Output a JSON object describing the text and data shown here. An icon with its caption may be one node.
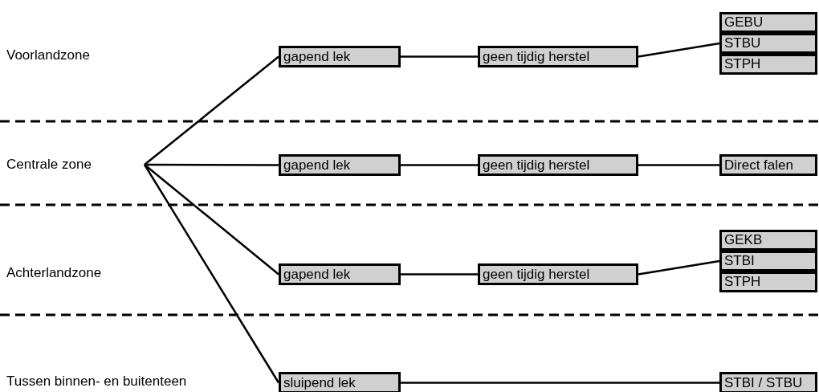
{
  "diagram": {
    "nodes": [
      {
        "text": [
          "Centrale zone"
        ]
      },
      {
        "text": [
          "gapend lek"
        ]
      },
      {
        "text": [
          "geen tijdig herstel"
        ]
      },
      {
        "text": [
          "GEBU"
        ]
      },
      {
        "text": [
          "STBU"
        ]
      },
      {
        "text": [
          "STPH"
        ]
      },
      {
        "text": [
          "gapend lek"
        ]
      },
      {
        "text": [
          "geen tijdig herstel"
        ]
      },
      {
        "text": [
          "Direct falen"
        ]
      },
      {
        "text": [
          "gapend lek"
        ]
      },
      {
        "text": [
          "geen tijdig herstel"
        ]
      },
      {
        "text": [
          "GEKB"
        ]
      },
      {
        "text": [
          "STBI"
        ]
      },
      {
        "text": [
          "STPH"
        ]
      },
      {
        "text": [
          "sluipend lek"
        ]
      },
      {
        "text": [
          "STBI / STBU"
        ]
      }
    ],
    "edges": [
      {
        "from": 0,
        "to": 1,
        "arrow": "none"
      },
      {
        "from": 0,
        "to": 6,
        "arrow": "none"
      },
      {
        "from": 0,
        "to": 9,
        "arrow": "none"
      },
      {
        "from": 0,
        "to": 14,
        "arrow": "none"
      },
      {
        "from": 1,
        "to": 2,
        "arrow": "none"
      },
      {
        "from": 2,
        "to": 4,
        "arrow": "none"
      },
      {
        "from": 6,
        "to": 7,
        "arrow": "none"
      },
      {
        "from": 7,
        "to": 8,
        "arrow": "none"
      },
      {
        "from": 9,
        "to": 10,
        "arrow": "none"
      },
      {
        "from": 10,
        "to": 12,
        "arrow": "none"
      },
      {
        "from": 14,
        "to": 15,
        "arrow": "none"
      }
    ],
    "labels": [
      "Voorlandzone",
      "Achterlandzone",
      "Tussen binnen- en buitenteen"
    ]
  }
}
